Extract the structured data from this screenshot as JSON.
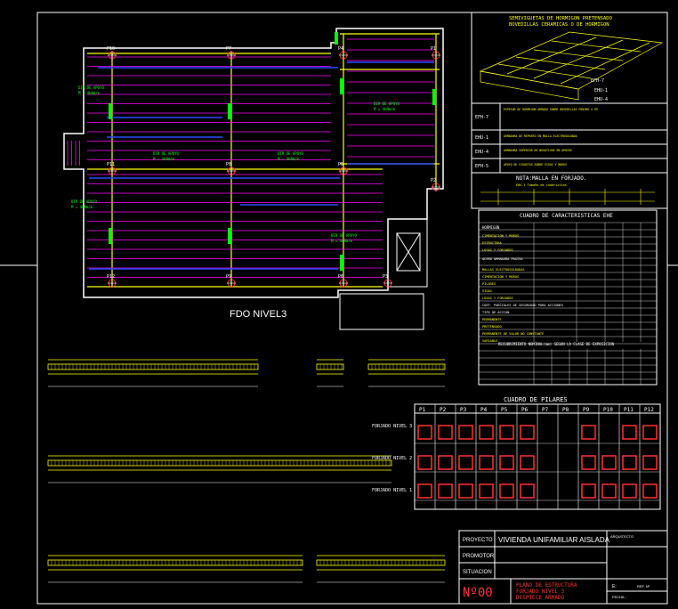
{
  "plan": {
    "title": "FDO NIVEL3",
    "pillars": [
      "P10",
      "P7",
      "P4",
      "P1",
      "P11",
      "P8",
      "P5",
      "P2",
      "P12",
      "P9",
      "P6",
      "P3"
    ]
  },
  "detail_box": {
    "title_1": "SEMIVIGUETAS DE HORMIGON PRETENSADO",
    "title_2": "BOVEDILLAS CERAMICAS O DE HORMIGON",
    "legend": [
      "EFH-7",
      "EHU-1",
      "EHU-4"
    ],
    "rows": [
      {
        "code": "EFH-7",
        "text": "ESPESOR DE HORMIGON ARMADO SOBRE BOVEDILLAS MINIMO 4 CM"
      },
      {
        "code": "EHU-1",
        "text": "ARMADURA DE REPARTO EN MALLA ELECTROSOLDADA"
      },
      {
        "code": "EHU-4",
        "text": "ARMADURA SUPERIOR DE NEGATIVOS EN APOYOS"
      },
      {
        "code": "EFH-5",
        "text": "APOYO DE VIGUETAS SOBRE VIGAS Y MUROS"
      }
    ],
    "mesh_title": "NOTA:MALLA EN FORJADO.",
    "mesh_sub": "EHU-1 Tamaño de cuadriculas"
  },
  "ehe_table": {
    "title": "CUADRO DE CARACTERISTICAS  EHE",
    "header": "HORMIGON",
    "rows": [
      "CIMENTACION Y MUROS",
      "ESTRUCTURA",
      "LOSAS Y FORJADOS",
      "ACERO ARMADURA PASIVA",
      "MALLAS ELECTROSOLDADAS",
      "CIMENTACION Y MUROS",
      "PILARES",
      "VIGAS",
      "LOSAS Y FORJADOS",
      "COEF. PARCIALES DE SEGURIDAD PARA ACCIONES",
      "TIPO DE ACCION",
      "PERMANENTE",
      "PRETENSADO",
      "PERMANENTE DE VALOR NO CONSTANTE",
      "VARIABLE"
    ],
    "recubrimiento": "RECUBRIMIENTO NOMINAL(mm) SEGUN LA CLASE DE EXPOSICION"
  },
  "pillar_table": {
    "title": "CUADRO DE PILARES",
    "columns": [
      "P1",
      "P2",
      "P3",
      "P4",
      "P5",
      "P6",
      "P7",
      "P8",
      "P9",
      "P10",
      "P11",
      "P12"
    ],
    "levels": [
      "FORJADO NIVEL 3",
      "FORJADO NIVEL 2",
      "FORJADO NIVEL 1"
    ]
  },
  "title_block": {
    "proyecto_label": "PROYECTO",
    "proyecto_value": "VIVIENDA UNIFAMILIAR AISLADA",
    "arquitecto_label": "ARQUITECTO",
    "promotor_label": "PROMOTOR",
    "situacion_label": "SITUACION",
    "sheet_no": "Nº00",
    "plan_1": "PLANO DE ESTRUCTURA",
    "plan_2": "FORJADO NIVEL 3",
    "plan_3": "DESPIECE ARMADO",
    "escala_label": "E:",
    "ref_label": "REF. Nº",
    "fecha_label": "FECHA :"
  },
  "colors": {
    "background": "#000000",
    "frame": "#ffffff",
    "beams": "#ffff00",
    "joists": "#ff00ff",
    "rebar": "#0000ff",
    "annotations": "#00ff00",
    "pillars": "#ff3030"
  }
}
